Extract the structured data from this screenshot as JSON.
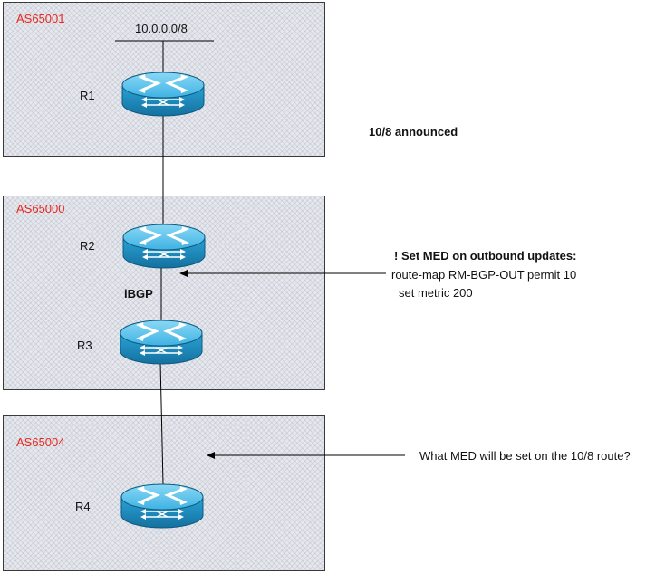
{
  "as_boxes": [
    {
      "id": "as65001",
      "label": "AS65001"
    },
    {
      "id": "as65000",
      "label": "AS65000"
    },
    {
      "id": "as65004",
      "label": "AS65004"
    }
  ],
  "routers": [
    {
      "id": "r1",
      "label": "R1"
    },
    {
      "id": "r2",
      "label": "R2"
    },
    {
      "id": "r3",
      "label": "R3"
    },
    {
      "id": "r4",
      "label": "R4"
    }
  ],
  "network_label": "10.0.0.0/8",
  "ibgp_label": "iBGP",
  "announce_note": "10/8 announced",
  "med_note": {
    "title": "! Set MED on outbound updates:",
    "line1": "route-map RM-BGP-OUT permit 10",
    "line2": "set metric 200"
  },
  "question": "What MED will be set on the 10/8 route?",
  "colors": {
    "as_label": "#e8281e",
    "router_body": "#1f8fc4",
    "router_top": "#5cc4ec"
  }
}
